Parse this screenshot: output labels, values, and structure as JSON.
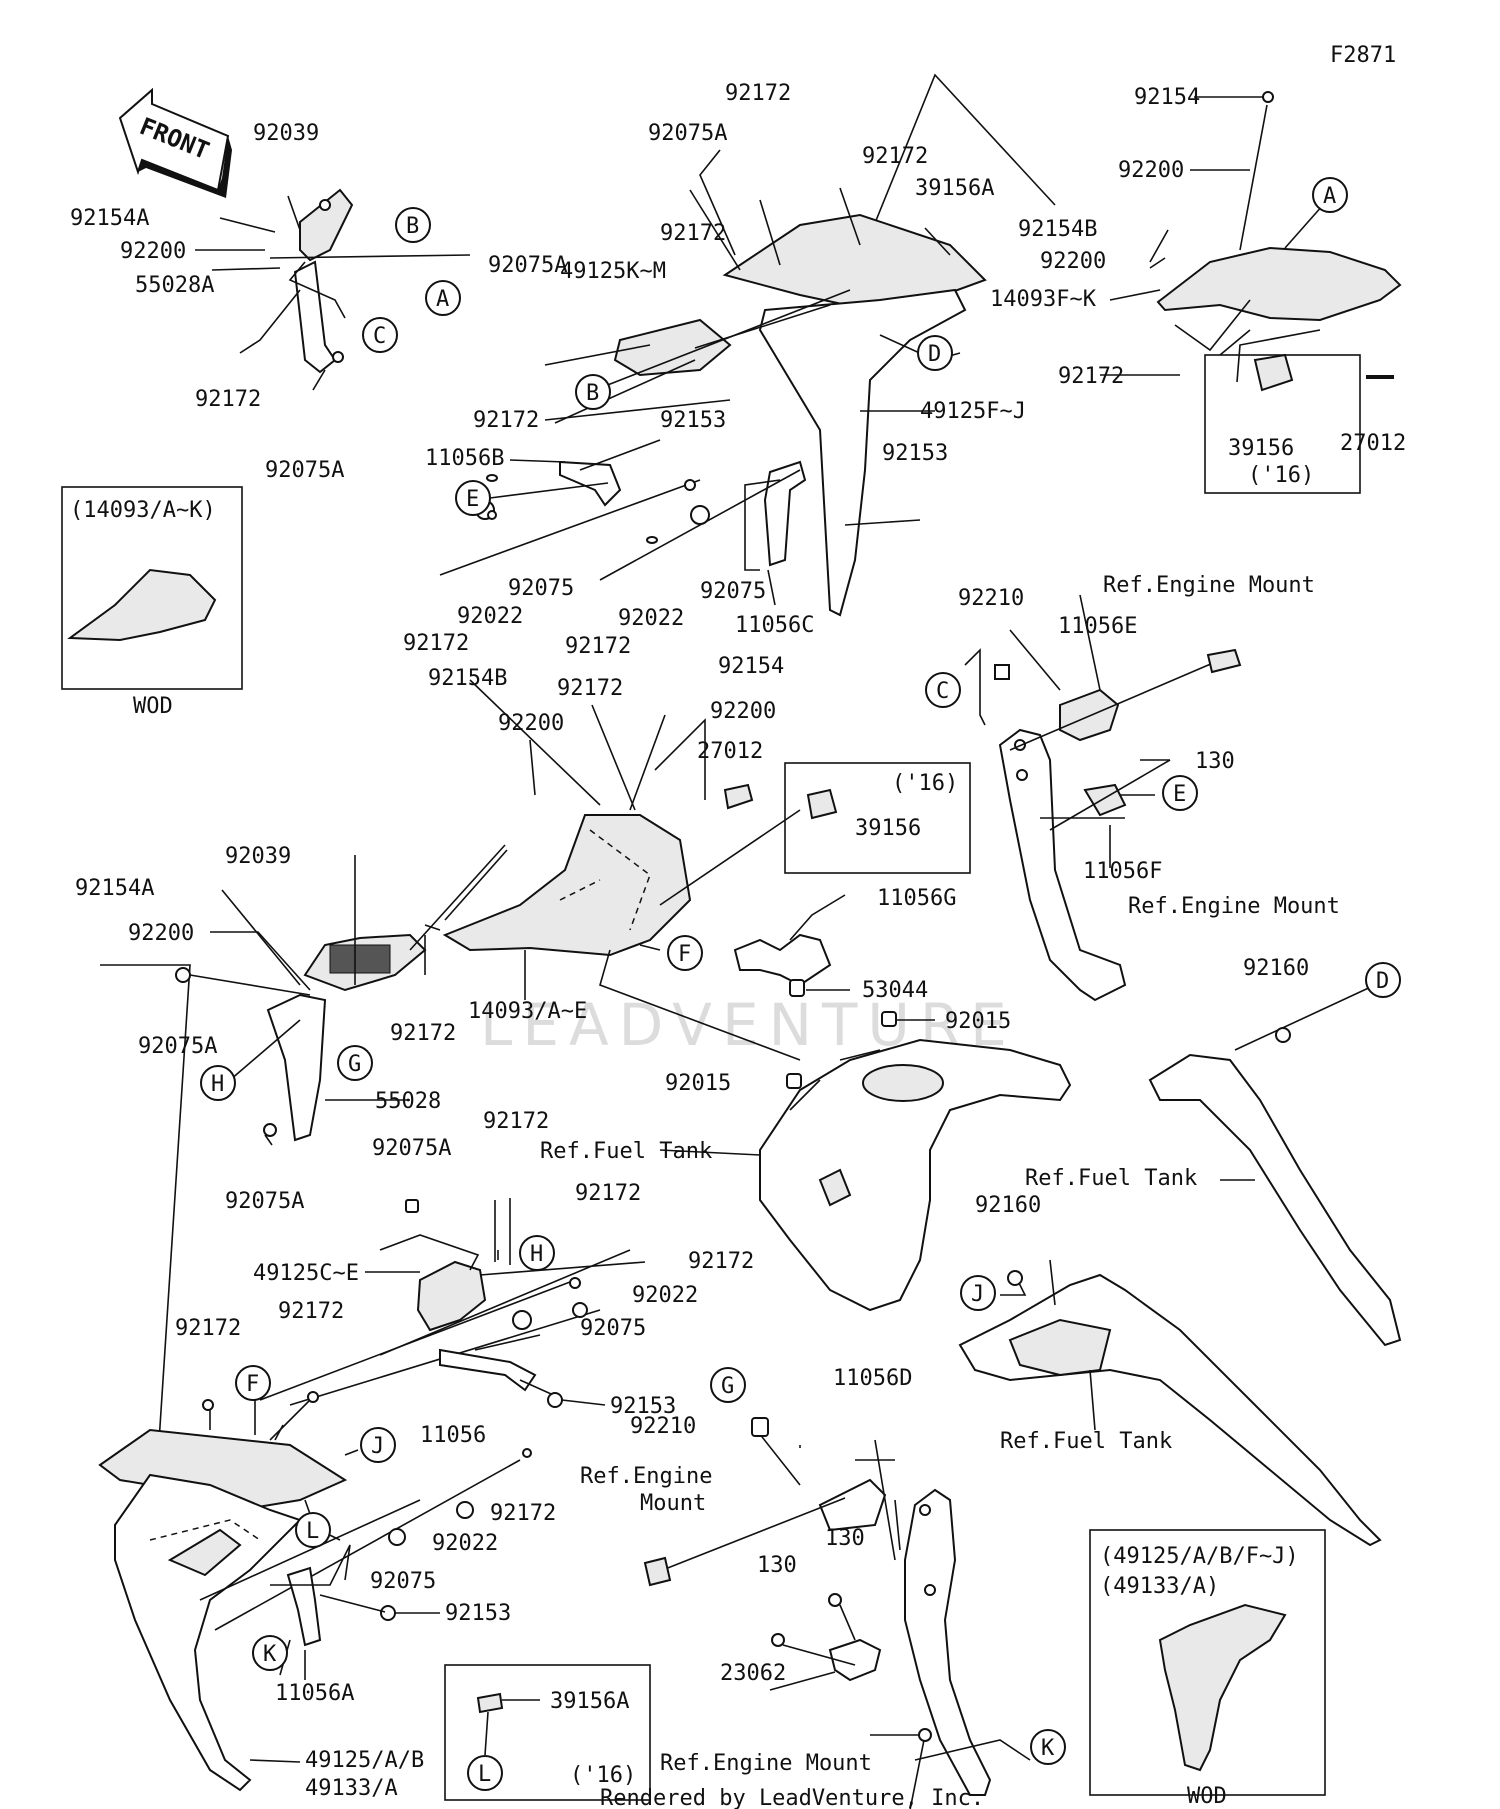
{
  "figure_id": "F2871",
  "front_label": "FRONT",
  "footer": "Rendered by LeadVenture, Inc.",
  "watermark": "LEADVENTURE",
  "insets": {
    "wod_left_code": "(14093/A~K)",
    "wod_left_caption": "WOD",
    "wod_right_code1": "(49125/A/B/F~J)",
    "wod_right_code2": "(49133/A)",
    "wod_right_caption": "WOD",
    "year_16": "('16)"
  },
  "callouts": {
    "A": "A",
    "B": "B",
    "C": "C",
    "D": "D",
    "E": "E",
    "F": "F",
    "G": "G",
    "H": "H",
    "J": "J",
    "K": "K",
    "L": "L"
  },
  "parts": {
    "p92039": "92039",
    "p92154A": "92154A",
    "p92200": "92200",
    "p55028A": "55028A",
    "p92172": "92172",
    "p92075A": "92075A",
    "p92075": "92075",
    "p92154": "92154",
    "p92154B": "92154B",
    "p14093FK": "14093F~K",
    "p39156": "39156",
    "p27012": "27012",
    "p39156A": "39156A",
    "p49125KM": "49125K~M",
    "p49125FJ": "49125F~J",
    "p92153": "92153",
    "p11056B": "11056B",
    "p92022": "92022",
    "p11056C": "11056C",
    "p92210": "92210",
    "p11056E": "11056E",
    "p130": "130",
    "p11056F": "11056F",
    "p11056G": "11056G",
    "p53044": "53044",
    "p14093AE": "14093/A~E",
    "p92015": "92015",
    "p55028": "55028",
    "p49125CE": "49125C~E",
    "p11056": "11056",
    "p11056D": "11056D",
    "p23062": "23062",
    "p11056A": "11056A",
    "p49125AB": "49125/A/B",
    "p49133A": "49133/A",
    "p92160": "92160"
  },
  "refs": {
    "engine_mount": "Ref.Engine Mount",
    "engine": "Ref.Engine",
    "mount": "Mount",
    "fuel_tank": "Ref.Fuel Tank"
  }
}
